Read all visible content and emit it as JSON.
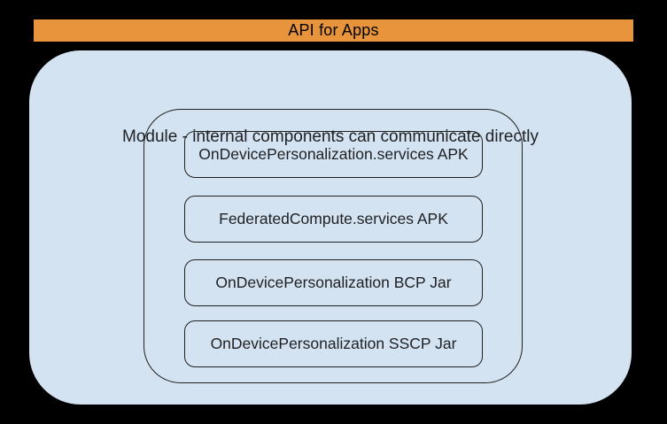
{
  "diagram": {
    "banner": {
      "label": "API for Apps"
    },
    "module": {
      "title": "Module - internal components can communicate directly",
      "components": [
        {
          "label": "OnDevicePersonalization.services APK"
        },
        {
          "label": "FederatedCompute.services APK"
        },
        {
          "label": "OnDevicePersonalization BCP Jar"
        },
        {
          "label": "OnDevicePersonalization SSCP Jar"
        }
      ]
    },
    "colors": {
      "page_background": "#000000",
      "banner_background": "#E8943C",
      "banner_text": "#000000",
      "module_background": "#D3E3F2",
      "outline": "#1F1F1F",
      "text": "#202124"
    }
  }
}
